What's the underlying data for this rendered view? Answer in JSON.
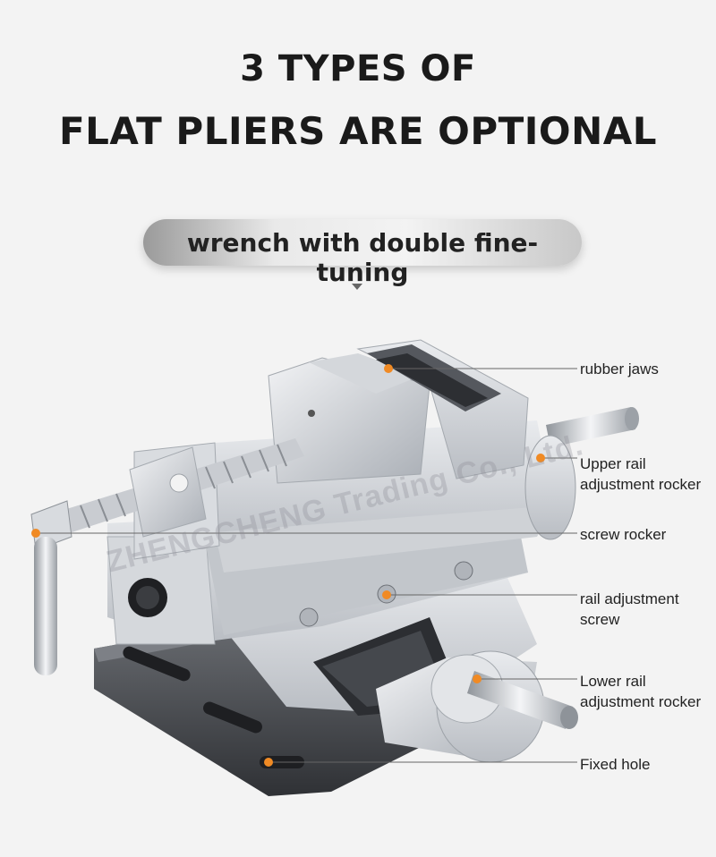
{
  "heading": {
    "line1": "3 TYPES OF",
    "line2": "FLAT PLIERS ARE OPTIONAL"
  },
  "subtitle": "wrench with double fine-tuning",
  "watermark": "ZHENGCHENG Trading Co., Ltd.",
  "callouts": [
    {
      "id": "rubber-jaws",
      "text": "rubber jaws"
    },
    {
      "id": "upper-rail",
      "text": "Upper rail adjustment rocker",
      "line1": "Upper rail",
      "line2": "adjustment rocker"
    },
    {
      "id": "screw-rocker",
      "text": "screw rocker"
    },
    {
      "id": "rail-screw",
      "text": "rail adjustment screw",
      "line1": "rail adjustment",
      "line2": "screw"
    },
    {
      "id": "lower-rail",
      "text": "Lower rail adjustment rocker",
      "line1": "Lower rail",
      "line2": "adjustment rocker"
    },
    {
      "id": "fixed-hole",
      "text": "Fixed hole"
    }
  ],
  "colors": {
    "marker": "#f08a24",
    "leader": "#666666",
    "metal_light": "#dcdfe3",
    "metal_dark": "#4a4d52"
  }
}
